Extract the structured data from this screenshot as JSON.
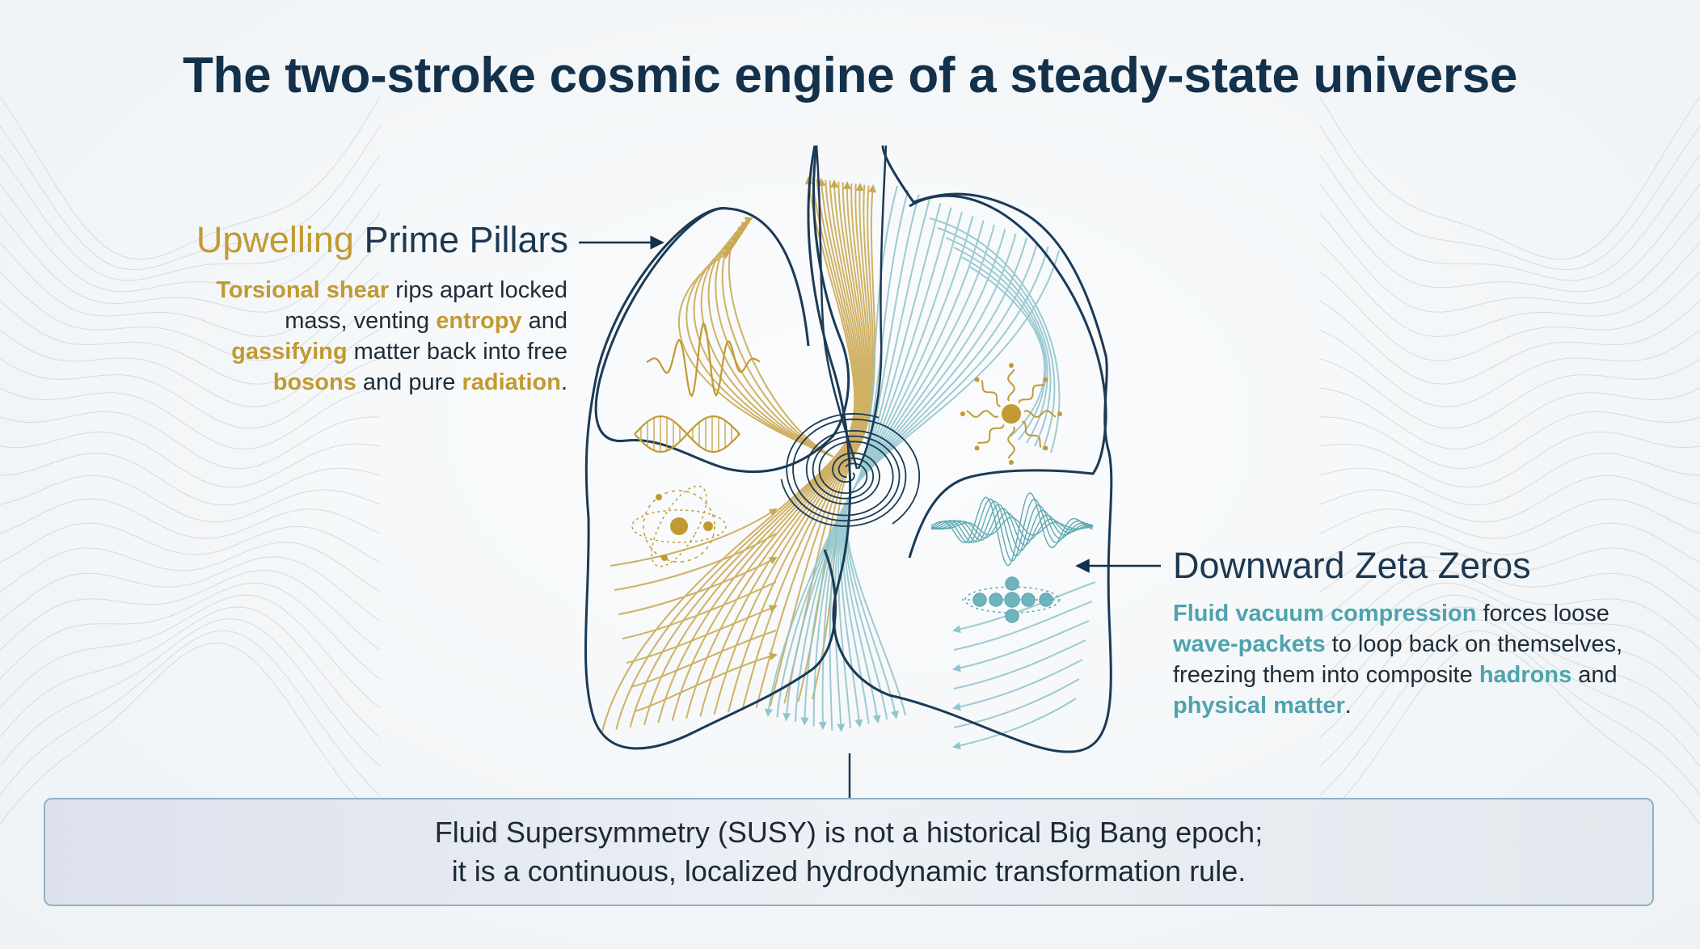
{
  "title": "The two-stroke cosmic engine of a steady-state universe",
  "left_panel": {
    "heading_accent": "Upwelling",
    "heading_rest": " Prime Pillars",
    "description": [
      {
        "text": "Torsional shear",
        "style": "gold"
      },
      {
        "text": " rips apart locked mass, venting ",
        "style": "plain"
      },
      {
        "text": "entropy",
        "style": "gold"
      },
      {
        "text": " and ",
        "style": "plain"
      },
      {
        "text": "gassifying",
        "style": "gold"
      },
      {
        "text": " matter back into free ",
        "style": "plain"
      },
      {
        "text": "bosons",
        "style": "gold"
      },
      {
        "text": " and pure ",
        "style": "plain"
      },
      {
        "text": "radiation",
        "style": "gold"
      },
      {
        "text": ".",
        "style": "plain"
      }
    ]
  },
  "right_panel": {
    "heading": "Downward Zeta Zeros",
    "description": [
      {
        "text": "Fluid vacuum compression",
        "style": "teal"
      },
      {
        "text": " forces loose ",
        "style": "plain"
      },
      {
        "text": "wave-packets",
        "style": "teal"
      },
      {
        "text": " to loop back on themselves, freezing them into composite ",
        "style": "plain"
      },
      {
        "text": "hadrons",
        "style": "teal"
      },
      {
        "text": " and ",
        "style": "plain"
      },
      {
        "text": "physical matter",
        "style": "teal"
      },
      {
        "text": ".",
        "style": "plain"
      }
    ]
  },
  "summary": {
    "line1": "Fluid Supersymmetry (SUSY) is not a historical Big Bang epoch;",
    "line2": "it is a continuous, localized hydrodynamic transformation rule."
  },
  "colors": {
    "gold": "#c19a32",
    "teal": "#4fa3ad",
    "navy": "#13314b",
    "outline": "#1b3a56"
  },
  "icons": {
    "upwelling_side": [
      "wave-packet-icon",
      "dna-helix-icon",
      "atom-icon"
    ],
    "downward_side": [
      "radiant-particle-icon",
      "interference-wave-icon",
      "hadron-cluster-icon"
    ]
  }
}
